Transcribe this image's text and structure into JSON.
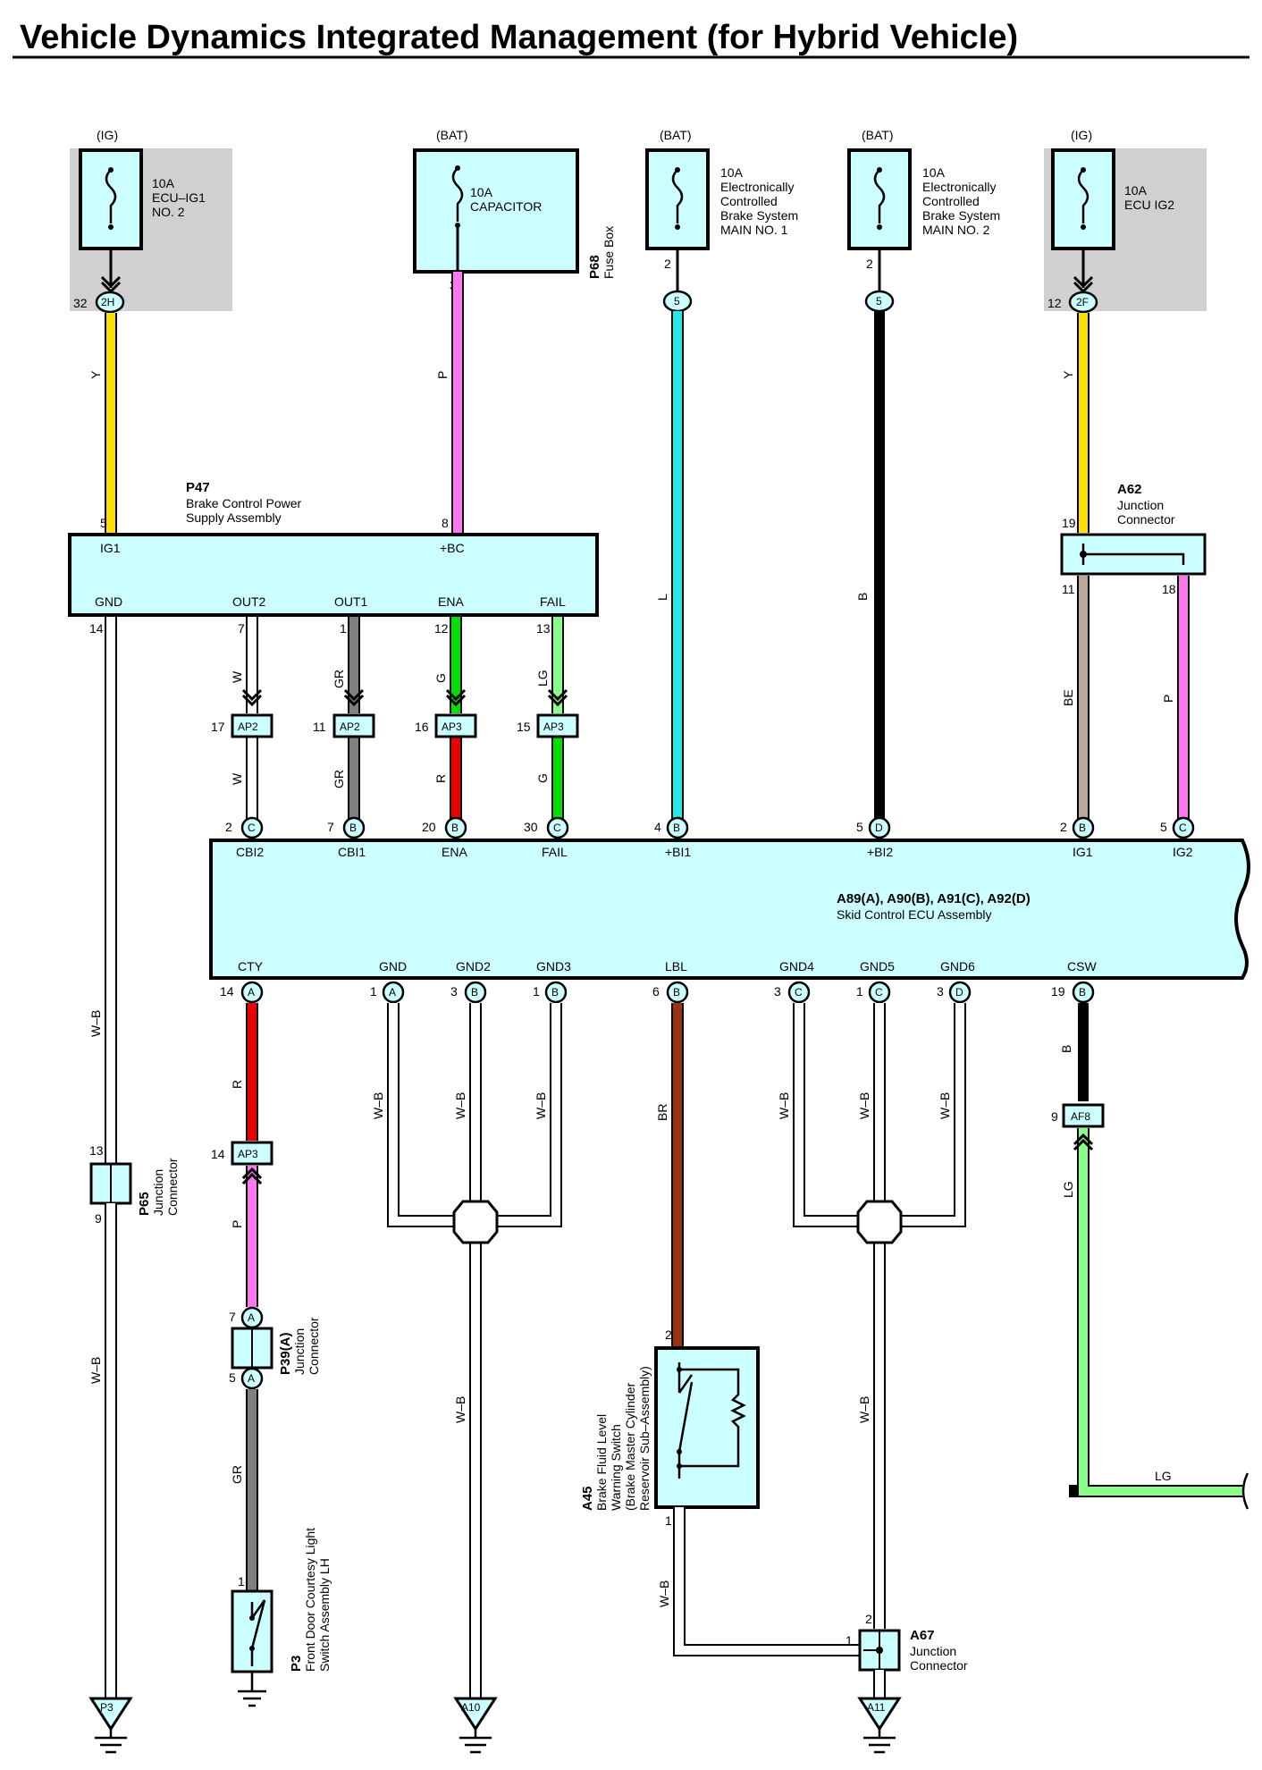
{
  "title": "Vehicle Dynamics Integrated Management (for Hybrid Vehicle)",
  "fuses": [
    {
      "source": "(IG)",
      "rating": "10A",
      "name1": "ECU–IG1",
      "name2": "NO. 2",
      "name3": "",
      "name4": "",
      "pin": "32",
      "conn": "2H"
    },
    {
      "source": "(BAT)",
      "rating": "10A",
      "name1": "CAPACITOR",
      "name2": "",
      "name3": "",
      "name4": "",
      "pin": "3",
      "conn": ""
    },
    {
      "source": "(BAT)",
      "rating": "10A",
      "name1": "Electronically",
      "name2": "Controlled",
      "name3": "Brake System",
      "name4": "MAIN NO. 1",
      "pin": "2",
      "conn": "5"
    },
    {
      "source": "(BAT)",
      "rating": "10A",
      "name1": "Electronically",
      "name2": "Controlled",
      "name3": "Brake System",
      "name4": "MAIN NO. 2",
      "pin": "2",
      "conn": "5"
    },
    {
      "source": "(IG)",
      "rating": "10A",
      "name1": "ECU IG2",
      "name2": "",
      "name3": "",
      "name4": "",
      "pin": "12",
      "conn": "2F"
    }
  ],
  "fusebox": {
    "code": "P68",
    "name": "Fuse Box"
  },
  "p47": {
    "code": "P47",
    "name1": "Brake Control Power",
    "name2": "Supply Assembly",
    "top_pins": [
      {
        "num": "5",
        "label": "IG1"
      },
      {
        "num": "8",
        "label": "+BC"
      }
    ],
    "bottom_pins": [
      {
        "num": "14",
        "label": "GND"
      },
      {
        "num": "7",
        "label": "OUT2"
      },
      {
        "num": "1",
        "label": "OUT1"
      },
      {
        "num": "12",
        "label": "ENA"
      },
      {
        "num": "13",
        "label": "FAIL"
      }
    ]
  },
  "a62": {
    "code": "A62",
    "name1": "Junction",
    "name2": "Connector",
    "pin_in": "19",
    "pin_out1": "11",
    "pin_out2": "18"
  },
  "ecu": {
    "codes": "A89(A), A90(B), A91(C), A92(D)",
    "name": "Skid Control ECU Assembly",
    "top_pins": [
      {
        "num": "2",
        "conn": "C",
        "label": "CBI2"
      },
      {
        "num": "7",
        "conn": "B",
        "label": "CBI1"
      },
      {
        "num": "20",
        "conn": "B",
        "label": "ENA"
      },
      {
        "num": "30",
        "conn": "C",
        "label": "FAIL"
      },
      {
        "num": "4",
        "conn": "B",
        "label": "+BI1"
      },
      {
        "num": "5",
        "conn": "D",
        "label": "+BI2"
      },
      {
        "num": "2",
        "conn": "B",
        "label": "IG1"
      },
      {
        "num": "5",
        "conn": "C",
        "label": "IG2"
      }
    ],
    "bottom_pins": [
      {
        "num": "14",
        "conn": "A",
        "label": "CTY"
      },
      {
        "num": "1",
        "conn": "A",
        "label": "GND"
      },
      {
        "num": "3",
        "conn": "B",
        "label": "GND2"
      },
      {
        "num": "1",
        "conn": "B",
        "label": "GND3"
      },
      {
        "num": "6",
        "conn": "B",
        "label": "LBL"
      },
      {
        "num": "3",
        "conn": "C",
        "label": "GND4"
      },
      {
        "num": "1",
        "conn": "C",
        "label": "GND5"
      },
      {
        "num": "3",
        "conn": "D",
        "label": "GND6"
      },
      {
        "num": "19",
        "conn": "B",
        "label": "CSW"
      }
    ]
  },
  "inline_connectors": [
    {
      "num": "17",
      "code": "AP2"
    },
    {
      "num": "11",
      "code": "AP2"
    },
    {
      "num": "16",
      "code": "AP3"
    },
    {
      "num": "15",
      "code": "AP3"
    },
    {
      "num": "14",
      "code": "AP3"
    },
    {
      "num": "9",
      "code": "AF8"
    }
  ],
  "wires": {
    "ig1_feed": "Y",
    "bc_feed": "P",
    "bi1_feed": "L",
    "bi2_feed": "B",
    "ig2_feed": "Y",
    "gnd": "W–B",
    "out2_a": "W",
    "out2_b": "W",
    "out1_a": "GR",
    "out1_b": "GR",
    "ena_a": "G",
    "ena_b": "R",
    "fail_a": "LG",
    "fail_b": "G",
    "a62_1": "BE",
    "a62_2": "P",
    "cty_a": "R",
    "cty_b": "P",
    "cty_c": "GR",
    "gnd_grp1": "W–B",
    "gnd_grp2": "W–B",
    "gnd_grp3": "W–B",
    "gnd_grp_out": "W–B",
    "lbl": "BR",
    "gnd_grp4": "W–B",
    "gnd_grp5": "W–B",
    "gnd_grp6": "W–B",
    "gnd_grp_out2": "W–B",
    "csw_a": "B",
    "csw_b": "LG",
    "csw_c": "LG",
    "p65_out": "W–B",
    "a45_out": "W–B"
  },
  "p65": {
    "code": "P65",
    "name1": "Junction",
    "name2": "Connector",
    "pin_in": "13",
    "pin_out": "9"
  },
  "p39": {
    "code": "P39(A)",
    "name1": "Junction",
    "name2": "Connector",
    "pin_in": "7",
    "pin_out": "5",
    "conn": "A"
  },
  "p3": {
    "code": "P3",
    "name1": "Front Door Courtesy Light",
    "name2": "Switch Assembly LH",
    "pin": "1"
  },
  "a45": {
    "code": "A45",
    "name1": "Brake Fluid Level",
    "name2": "Warning Switch",
    "name3": "(Brake Master Cylinder",
    "name4": "Reservoir Sub–Assembly)",
    "pin_in": "2",
    "pin_out": "1"
  },
  "a67": {
    "code": "A67",
    "name1": "Junction",
    "name2": "Connector",
    "pin_top": "2",
    "pin_left": "1"
  },
  "grounds": [
    "P3",
    "A10",
    "A11"
  ],
  "colors": {
    "Y": "#ffdd00",
    "P": "#ff77ee",
    "L": "#22e8e8",
    "B": "#000000",
    "W": "#ffffff",
    "GR": "#808080",
    "G": "#00e000",
    "R": "#ee0000",
    "LG": "#88ff88",
    "BE": "#bba898",
    "BR": "#993311",
    "W-B": "#ffffff"
  }
}
